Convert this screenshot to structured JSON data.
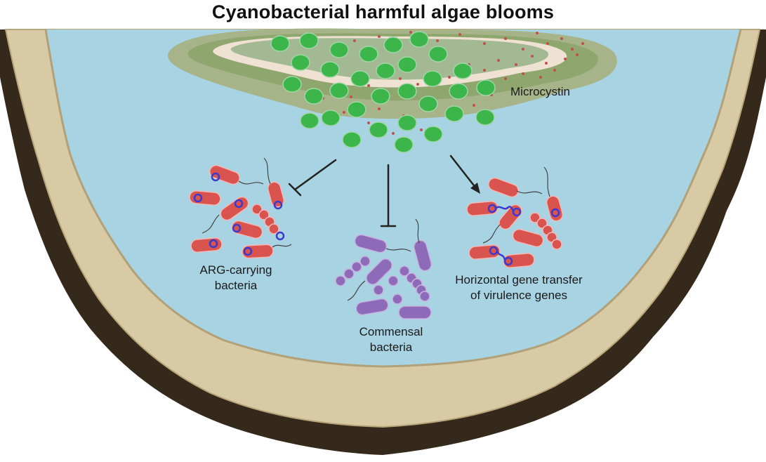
{
  "title": "Cyanobacterial harmful algae blooms",
  "labels": {
    "microcystin": "Microcystin",
    "arg_line1": "ARG-carrying",
    "arg_line2": "bacteria",
    "commensal_line1": "Commensal",
    "commensal_line2": "bacteria",
    "hgt_line1": "Horizontal gene transfer",
    "hgt_line2": "of virulence genes"
  },
  "colors": {
    "water": "#a8d3e2",
    "sediment": "#d8caa4",
    "sediment_edge": "#b9a57a",
    "soil": "#35291c",
    "bloom_outer": "#a7b48a",
    "bloom_mid": "#8fa66e",
    "bloom_inner": "#a3b994",
    "bloom_ridge": "#efe2d2",
    "algae_cell": "#3cb54a",
    "microcystin_dot": "#c0504d",
    "arg_bacteria": "#d9534f",
    "plasmid": "#3a3acf",
    "commensal_bacteria": "#8e6bb8",
    "arrow": "#222222"
  },
  "icons": {
    "inhibit_arrow_left": "inhibition-arrow",
    "inhibit_arrow_center": "inhibition-arrow",
    "promote_arrow_right": "activation-arrow"
  }
}
